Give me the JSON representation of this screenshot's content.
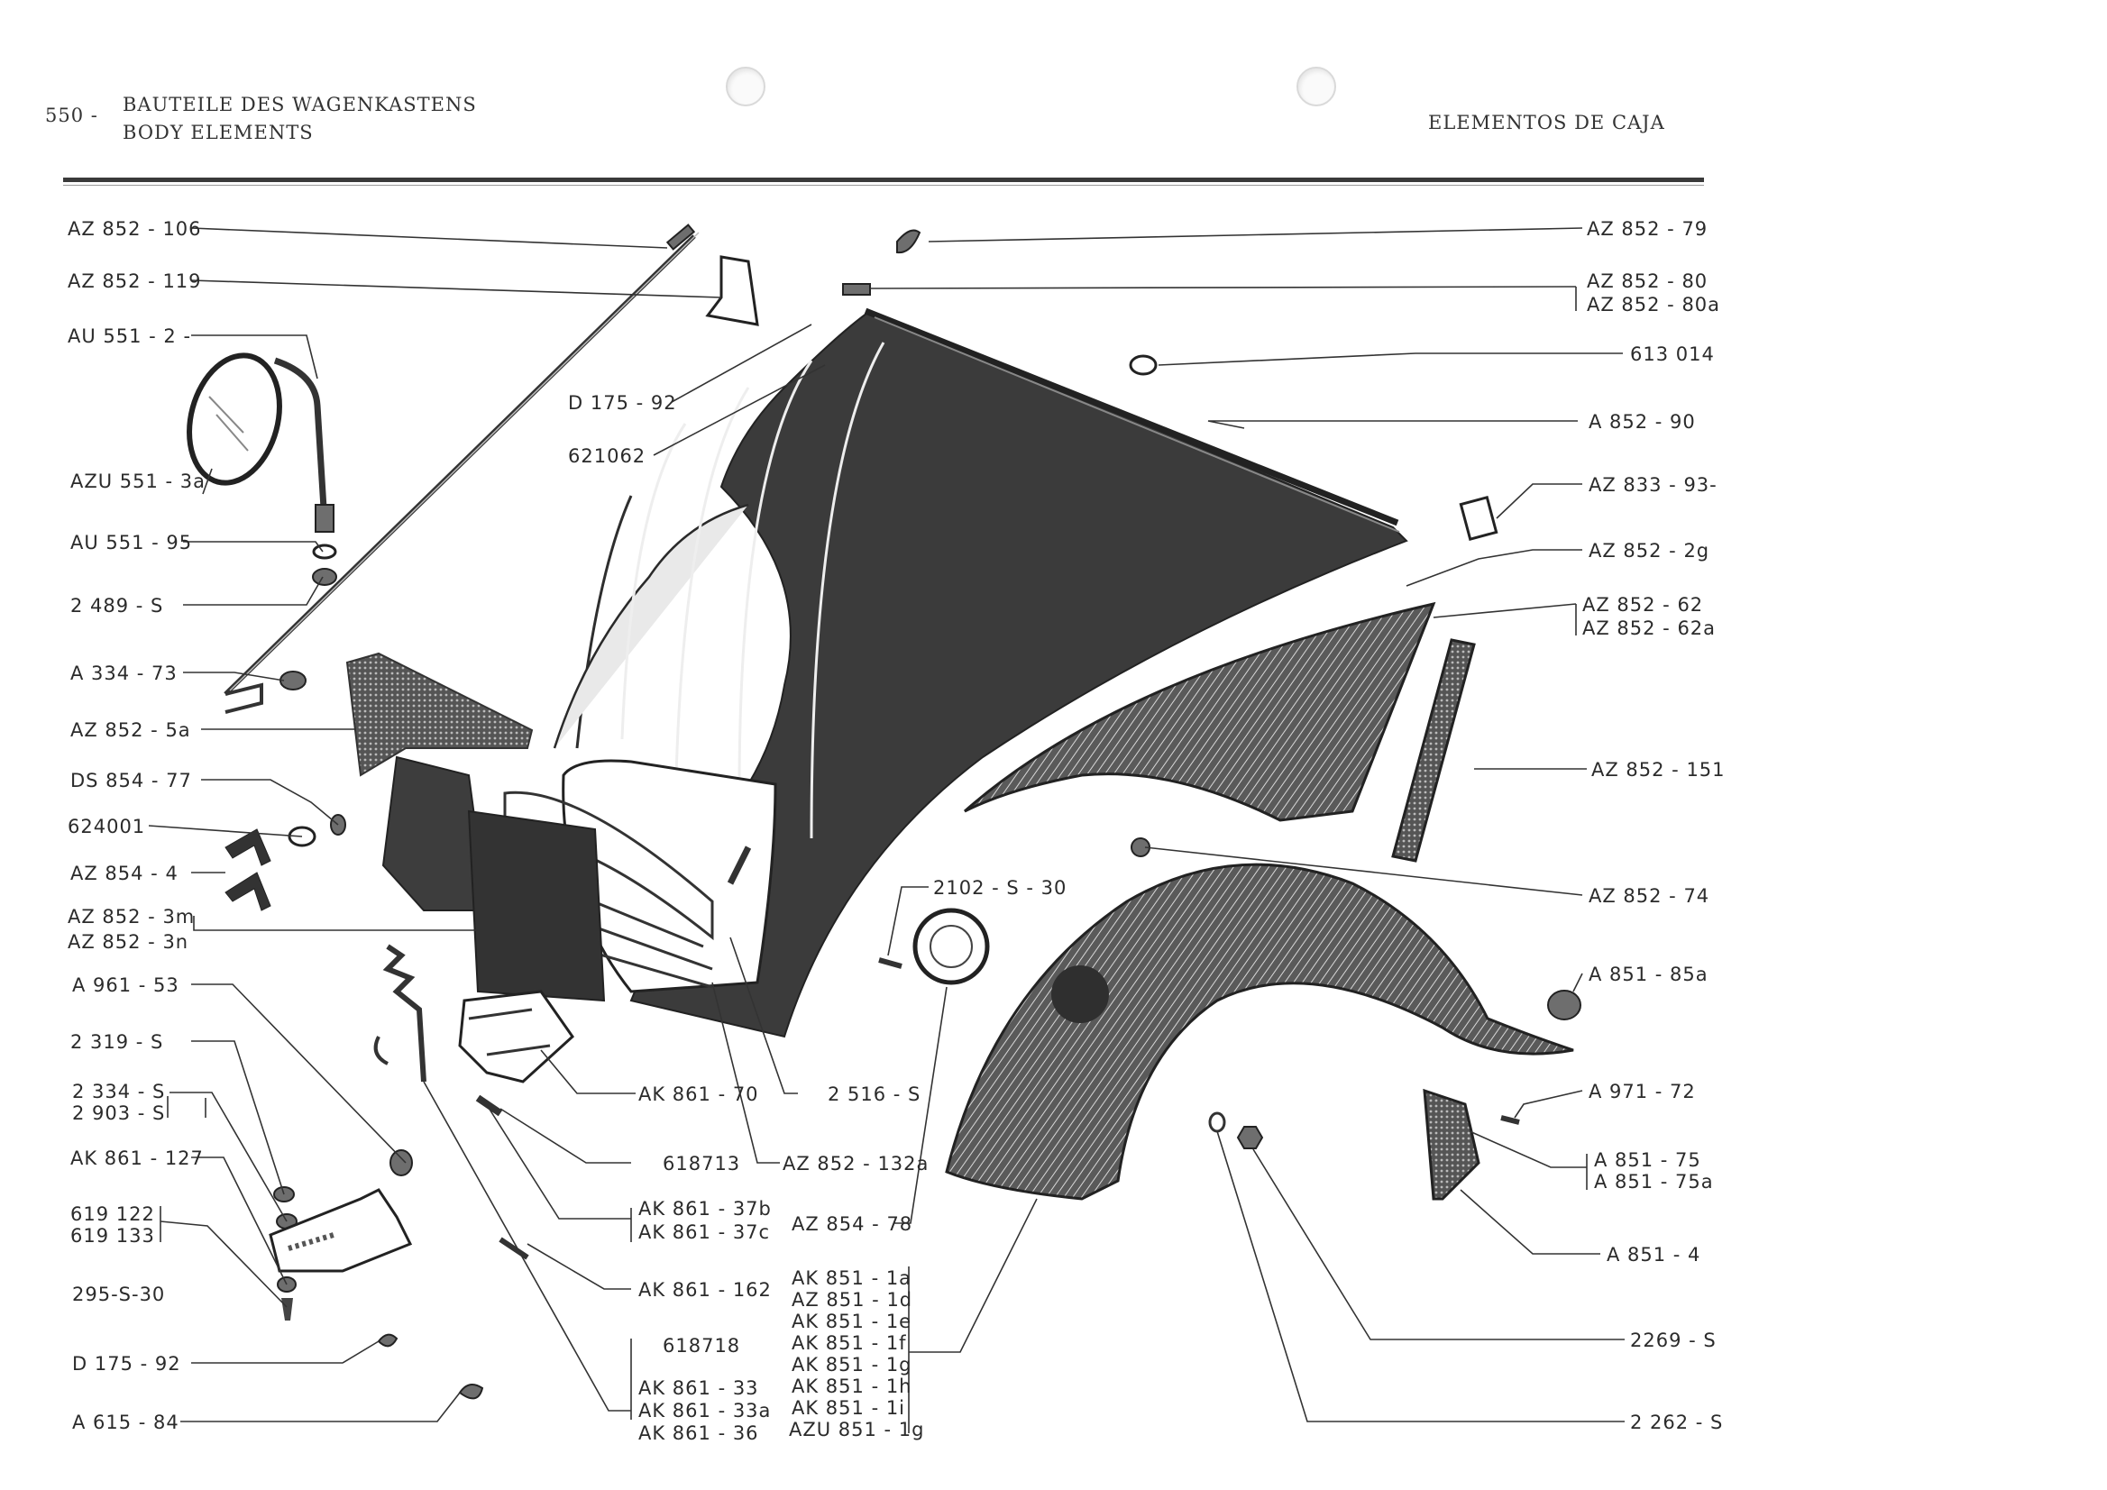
{
  "header": {
    "page_number": "550 -",
    "title_de": "BAUTEILE DES WAGENKASTENS",
    "title_en": "BODY ELEMENTS",
    "title_es": "ELEMENTOS DE CAJA"
  },
  "labels": {
    "az852_106": "AZ 852 - 106",
    "az852_119": "AZ 852 - 119",
    "au551_2": "AU 551 - 2 -",
    "azu551_3a": "AZU 551 - 3a",
    "au551_95": "AU 551 - 95",
    "s2489": "2 489 - S",
    "a334_73": "A  334 - 73",
    "az852_5a": "AZ 852 - 5a",
    "ds854_77": "DS 854 - 77",
    "p624001": "624001",
    "az854_4": "AZ 854 - 4",
    "az852_3m": "AZ 852  - 3m",
    "az852_3n": "AZ 852  - 3n",
    "a961_53": "A  961 - 53",
    "s2319": "2 319 - S",
    "s2334": "2 334 - S",
    "s2903": "2 903 - S",
    "ak861_127": "AK 861 - 127",
    "p619122": "619 122",
    "p619133": "619 133",
    "s295_30": "295-S-30",
    "d175_92_b": "D  175 - 92",
    "a615_84": "A 615 - 84",
    "d175_92_a": "D 175 - 92",
    "p621062": "621062",
    "az852_79": "AZ 852 - 79",
    "az852_80": "AZ 852 - 80",
    "az852_80a": "AZ 852 - 80a",
    "p613014": "613 014",
    "a852_90": "A  852 - 90",
    "az833_93": "AZ 833 - 93-",
    "az852_2g": "AZ 852 - 2g",
    "az852_62": "AZ 852 - 62",
    "az852_62a": "AZ 852 - 62a",
    "az852_151": "AZ 852 - 151",
    "az852_74": "AZ 852  -  74",
    "a851_85a": "A  851 - 85a",
    "a971_72": "A   971  - 72",
    "a851_75": "A   851 - 75",
    "a851_75a": "A   851 - 75a",
    "a851_4": "A  851  -  4",
    "s2269": "2269 - S",
    "s2262": "2 262 - S",
    "s2102_30": "2102 - S - 30",
    "ak861_70": "AK 861 - 70",
    "s2516": "2 516 - S",
    "p618713": "618713",
    "az852_132a": "AZ 852 - 132a",
    "ak861_37b": "AK 861 - 37b",
    "ak861_37c": "AK 861 - 37c",
    "az854_78": "AZ 854 - 78",
    "ak861_162": "AK 861 - 162",
    "p618718": "618718",
    "ak861_33": "AK 861 - 33",
    "ak861_33a": "AK 861 - 33a",
    "ak861_36": "AK 861 - 36",
    "ak851_1a": "AK  851 - 1a",
    "az851_1d": "AZ  851 - 1d",
    "ak851_1e": "AK  851 - 1e",
    "ak851_1f": "AK  851 - 1f",
    "ak851_1g": "AK  851 - 1g",
    "ak851_1h": "AK  851 - 1h",
    "ak851_1i": "AK  851 - 1i",
    "azu851_1g": "AZU 851 - 1g"
  }
}
